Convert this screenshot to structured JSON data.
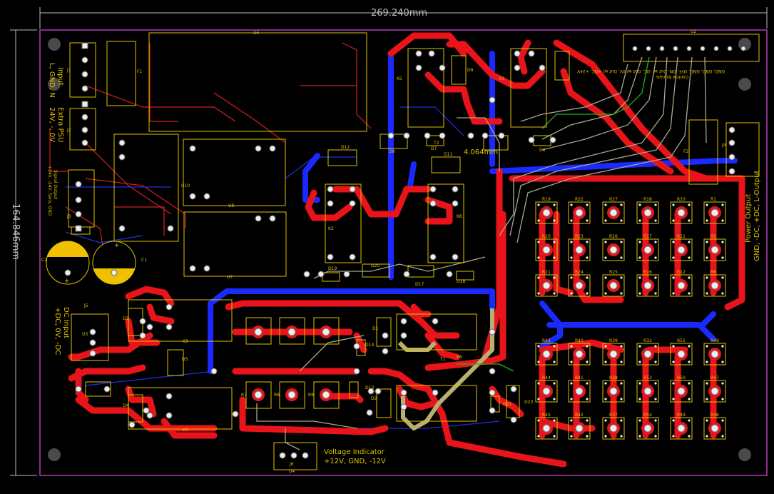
{
  "board": {
    "width_dim": "269.240mm",
    "height_dim": "164.846mm",
    "measure_label": "4.064mm"
  },
  "labels": {
    "input": [
      "Input",
      "L, GND, N"
    ],
    "extra_psu": [
      "Extra PSU",
      "24V, -, 0V"
    ],
    "signal_output": [
      "Signal Output",
      "+24V, -24V, Sens, GND"
    ],
    "dc_input": [
      "DC Input",
      "+DC, 0V, -DC"
    ],
    "voltage_indicator": [
      "Voltage Indicator",
      "+12V, GND, -12V"
    ],
    "power_output": [
      "Power Output",
      "GND, -DC, +DC, L-Output"
    ],
    "control_signals": [
      "Control Signals",
      "GND, GND, GND, OFF, ON, Out w/ -DC, Out w/ 0V, Out w/ +DC, +24V"
    ]
  },
  "refs": {
    "ic": [
      "U6",
      "U2",
      "U8",
      "U10",
      "U7",
      "U4",
      "U3"
    ],
    "relays": [
      "K3",
      "K1",
      "K4",
      "K5",
      "K2",
      "K6",
      "K8"
    ],
    "resistors_top": [
      "R19",
      "R20",
      "R21",
      "R22",
      "R23",
      "R24",
      "R27",
      "R26",
      "R25",
      "R18",
      "R17",
      "R16",
      "R10",
      "R11",
      "R12",
      "R1",
      "R5",
      "R6"
    ],
    "resistors_bottom": [
      "R43",
      "R44",
      "R45",
      "R40",
      "R41",
      "R42",
      "R39",
      "R38",
      "R37",
      "R32",
      "R53",
      "R54",
      "R51",
      "R50",
      "R49",
      "R48",
      "R47",
      "R46"
    ],
    "resistors_mid": [
      "R7",
      "R8",
      "R9"
    ],
    "diodes": [
      "D12",
      "D11",
      "D8",
      "D7",
      "D6",
      "D19",
      "D20",
      "D17",
      "D18",
      "D9",
      "D1",
      "D2",
      "D13",
      "D14",
      "D23",
      "D22",
      "D4",
      "D5",
      "D3"
    ],
    "caps": [
      "C2",
      "C1"
    ],
    "fuses": [
      "F1",
      "F2"
    ],
    "terminals": [
      "J1",
      "J2",
      "J3",
      "J4",
      "J5",
      "J6"
    ],
    "other": [
      "T1",
      "T2"
    ]
  }
}
